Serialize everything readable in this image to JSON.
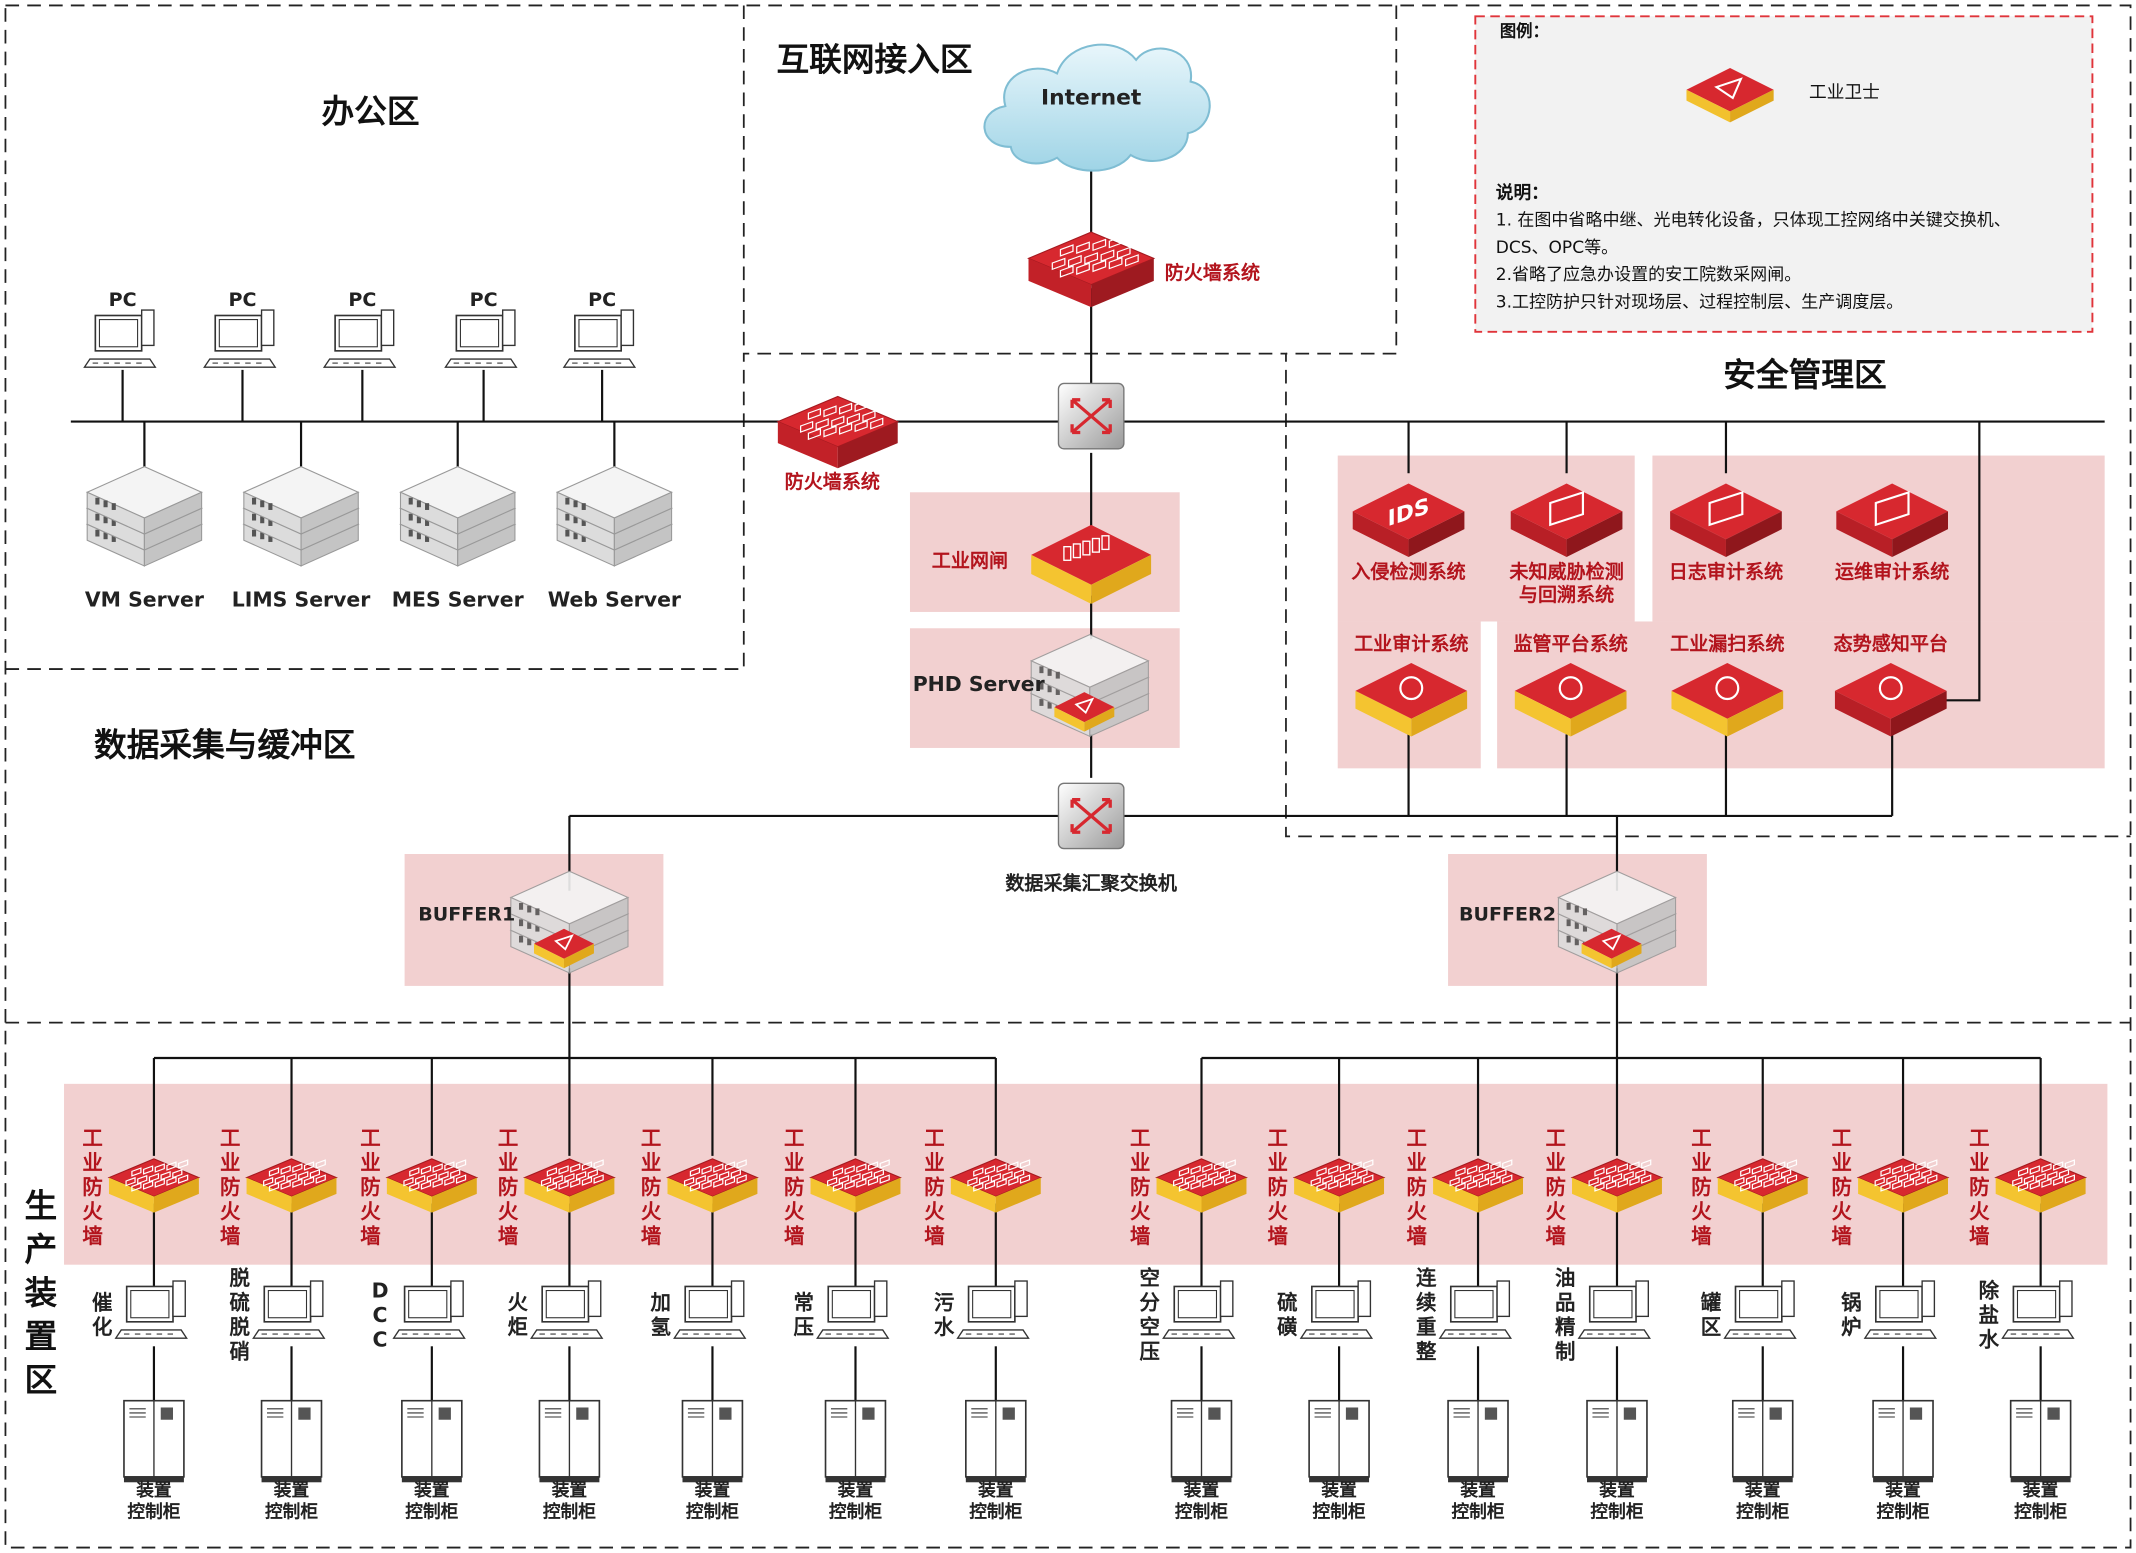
{
  "zones": {
    "office": "办公区",
    "internet": "互联网接入区",
    "security": "安全管理区",
    "data": "数据采集与缓冲区",
    "production": "生产装置区"
  },
  "legend": {
    "title": "图例：",
    "guard_label": "工业卫士",
    "notes_title": "说明：",
    "notes": [
      "1. 在图中省略中继、光电转化设备，只体现工控网络中关键交换机、",
      "DCS、OPC等。",
      "2.省略了应急办设置的安工院数采网闸。",
      "3.工控防护只针对现场层、过程控制层、生产调度层。"
    ]
  },
  "internet": {
    "cloud_label": "Internet",
    "firewall_label": "防火墙系统"
  },
  "office": {
    "pcs": [
      "PC",
      "PC",
      "PC",
      "PC",
      "PC"
    ],
    "servers": [
      "VM Server",
      "LIMS Server",
      "MES Server",
      "Web Server"
    ],
    "firewall_label": "防火墙系统"
  },
  "dmz": {
    "gateway_label": "工业网闸",
    "phd_label": "PHD Server",
    "switch_label": "数据采集汇聚交换机",
    "buffers": [
      "BUFFER1",
      "BUFFER2"
    ]
  },
  "security": {
    "top_devices": [
      "入侵检测系统",
      "未知威胁检测与回溯系统",
      "日志审计系统",
      "运维审计系统"
    ],
    "bottom_devices": [
      "工业审计系统",
      "监管平台系统",
      "工业漏扫系统",
      "态势感知平台"
    ],
    "ids_text": "IDS"
  },
  "production": {
    "firewall_label": "工业防火墙",
    "cabinet_label": "装置控制柜",
    "units": [
      "催化",
      "脱硫脱硝",
      "DCC",
      "火炬",
      "加氢",
      "常压",
      "污水",
      "空分空压",
      "硫磺",
      "连续重整",
      "油品精制",
      "罐区",
      "锅炉",
      "除盐水"
    ]
  },
  "colors": {
    "accent": "#d7282f",
    "yellow": "#f4c430",
    "pink_bg": "#f2d0d0"
  }
}
